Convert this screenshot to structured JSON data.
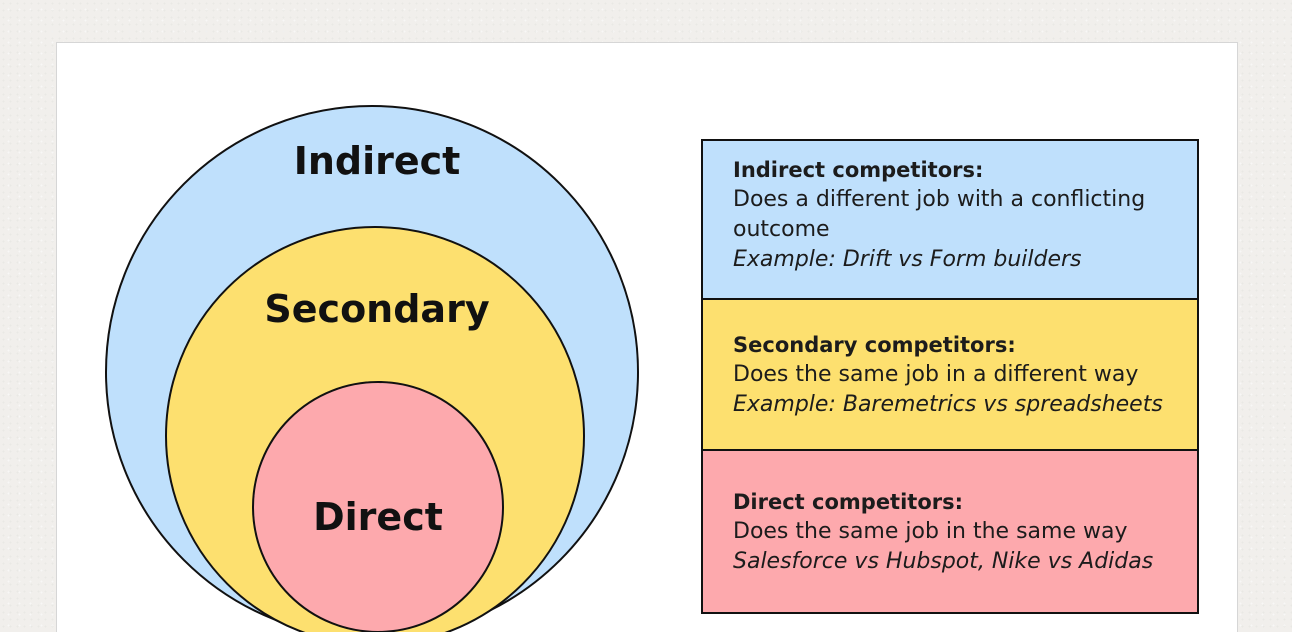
{
  "diagram": {
    "circles": [
      {
        "id": "indirect",
        "label": "Indirect",
        "color": "#bfe0fc"
      },
      {
        "id": "secondary",
        "label": "Secondary",
        "color": "#fde06f"
      },
      {
        "id": "direct",
        "label": "Direct",
        "color": "#fda9ad"
      }
    ],
    "outline_color": "#111111"
  },
  "legend": {
    "indirect": {
      "title": "Indirect competitors:",
      "description": "Does a different job with a conflicting outcome",
      "example": "Example: Drift vs Form builders",
      "color": "#bfe0fc"
    },
    "secondary": {
      "title": "Secondary competitors:",
      "description": "Does the same job in a different way",
      "example": "Example: Baremetrics vs spreadsheets",
      "color": "#fde06f"
    },
    "direct": {
      "title": "Direct competitors:",
      "description": "Does the same job in the same way",
      "example": "Salesforce vs Hubspot, Nike vs Adidas",
      "color": "#fda9ad"
    }
  }
}
